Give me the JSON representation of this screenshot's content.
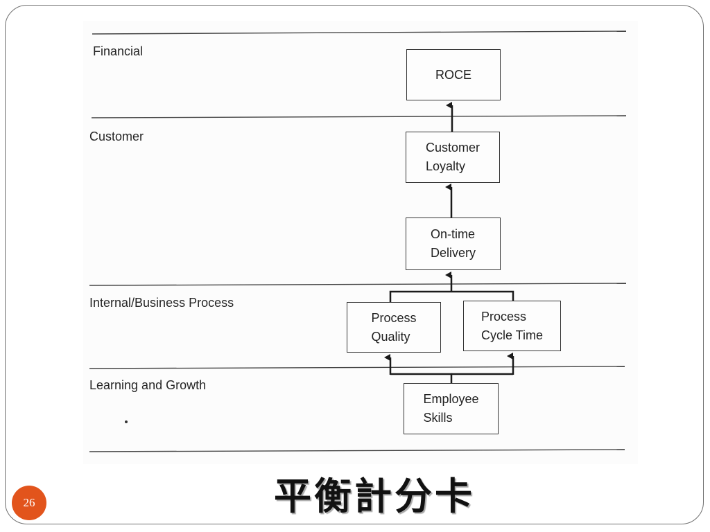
{
  "diagram": {
    "perspectives": [
      {
        "id": "financial",
        "label": "Financial"
      },
      {
        "id": "customer",
        "label": "Customer"
      },
      {
        "id": "internal",
        "label": "Internal/Business Process"
      },
      {
        "id": "learning",
        "label": "Learning and Growth"
      }
    ],
    "nodes": {
      "roce": {
        "lines": [
          "ROCE"
        ]
      },
      "customer_loyalty": {
        "lines": [
          "Customer",
          "Loyalty"
        ]
      },
      "on_time_delivery": {
        "lines": [
          "On-time",
          "Delivery"
        ]
      },
      "process_quality": {
        "lines": [
          "Process",
          "Quality"
        ]
      },
      "process_cycle_time": {
        "lines": [
          "Process",
          "Cycle Time"
        ]
      },
      "employee_skills": {
        "lines": [
          "Employee",
          "Skills"
        ]
      }
    },
    "edges": [
      {
        "from": "customer_loyalty",
        "to": "roce"
      },
      {
        "from": "on_time_delivery",
        "to": "customer_loyalty"
      },
      {
        "from": "process_quality",
        "to": "on_time_delivery"
      },
      {
        "from": "process_cycle_time",
        "to": "on_time_delivery"
      },
      {
        "from": "employee_skills",
        "to": "process_quality"
      },
      {
        "from": "employee_skills",
        "to": "process_cycle_time"
      }
    ]
  },
  "slide": {
    "title": "平衡計分卡",
    "page_number": "26"
  }
}
